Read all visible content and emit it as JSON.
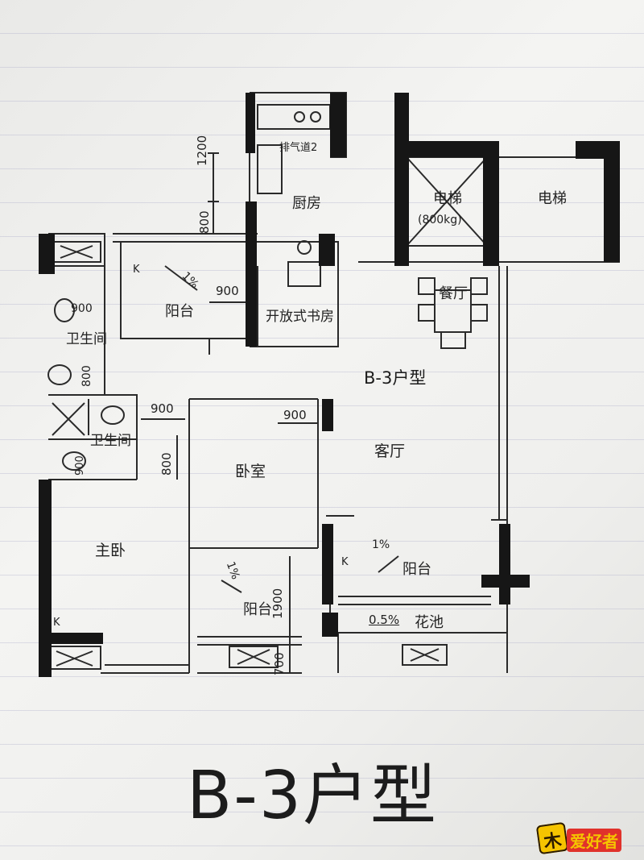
{
  "title": "B-3户型",
  "plan_title": "B-3户型",
  "rooms": {
    "kitchen": "厨房",
    "elevator_left": "电梯",
    "elevator_right": "电梯",
    "elevator_capacity": "(800kg)",
    "dining": "餐厅",
    "balcony_top": "阳台",
    "study": "开放式书房",
    "bath_top": "卫生间",
    "bath_mid": "卫生间",
    "bedroom": "卧室",
    "living": "客厅",
    "master": "主卧",
    "balcony_bed": "阳台",
    "balcony_living": "阳台",
    "flower_bed": "花池",
    "exhaust": "排气道2"
  },
  "dimensions": {
    "d1200": "1200",
    "d800_kitchen": "800",
    "d900_balcony": "900",
    "d900_bath_top": "900",
    "d800_bath_top": "800",
    "d900_bed": "900",
    "d900_living": "900",
    "d800_bed": "800",
    "d900_bath_mid": "900",
    "d1900": "1900",
    "d700": "700"
  },
  "slopes": {
    "s1": "1%",
    "s2": "1%",
    "s3": "1%",
    "s4": "0.5%"
  },
  "markers": {
    "k1": "K",
    "k2": "K",
    "k3": "K"
  },
  "watermark": {
    "mark": "木",
    "text": "爱好者"
  }
}
